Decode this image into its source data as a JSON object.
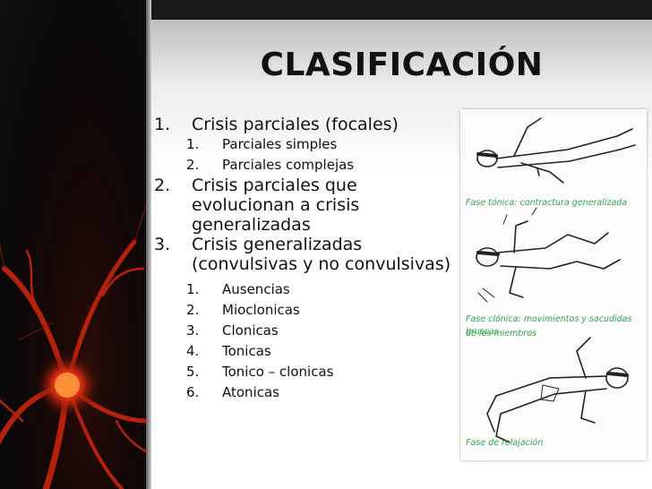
{
  "title": "CLASIFICACIÓN",
  "items": [
    {
      "num": "1.",
      "text": "Crisis parciales (focales)",
      "sub": [
        {
          "num": "1.",
          "text": "Parciales simples"
        },
        {
          "num": "2.",
          "text": "Parciales complejas"
        }
      ]
    },
    {
      "num": "2.",
      "text": "Crisis parciales que evolucionan a crisis generalizadas",
      "sub": []
    },
    {
      "num": "3.",
      "text": "Crisis generalizadas (convulsivas y no convulsivas)",
      "sub": [
        {
          "num": "1.",
          "text": "Ausencias"
        },
        {
          "num": "2.",
          "text": "Mioclonicas"
        },
        {
          "num": "3.",
          "text": "Clonicas"
        },
        {
          "num": "4.",
          "text": "Tonicas"
        },
        {
          "num": "5.",
          "text": "Tonico – clonicas"
        },
        {
          "num": "6.",
          "text": "Atonicas"
        }
      ]
    }
  ],
  "captions": {
    "tonica": "Fase tónica: contractura generalizada",
    "clonica_1": "Fase clónica: movimientos y sacudidas bruscas",
    "clonica_2": "de los miembros",
    "relajacion": "Fase de relajación"
  },
  "colors": {
    "caption": "#33a64a",
    "neuron": "#d42a10"
  },
  "icons": {
    "left_image": "neuron-illustration"
  }
}
